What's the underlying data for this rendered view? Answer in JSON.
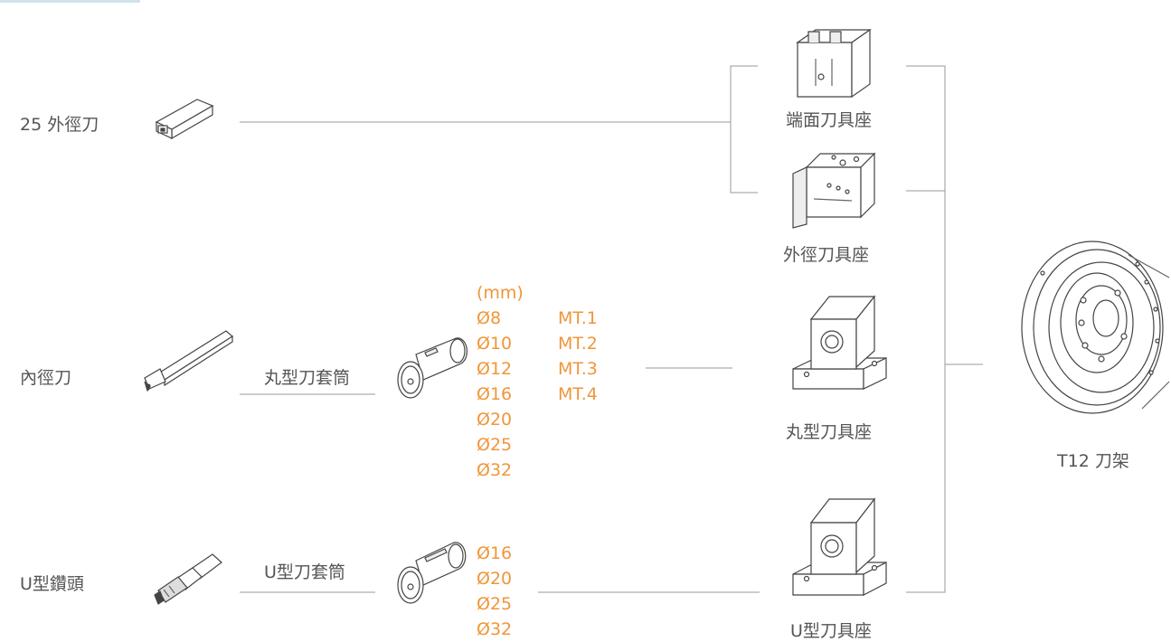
{
  "tools": {
    "outer_tool": "25 外徑刀",
    "inner_tool": "內徑刀",
    "u_drill": "U型鑽頭"
  },
  "sleeves": {
    "round_sleeve": "丸型刀套筒",
    "u_sleeve": "U型刀套筒"
  },
  "holders": {
    "face_holder": "端面刀具座",
    "outer_holder": "外徑刀具座",
    "round_holder": "丸型刀具座",
    "u_holder": "U型刀具座"
  },
  "turret": {
    "label": "T12 刀架"
  },
  "specs": {
    "unit": "(mm)",
    "round_diameters": [
      "Ø8",
      "Ø10",
      "Ø12",
      "Ø16",
      "Ø20",
      "Ø25",
      "Ø32"
    ],
    "morse_tapers": [
      "MT.1",
      "MT.2",
      "MT.3",
      "MT.4"
    ],
    "u_diameters": [
      "Ø16",
      "Ø20",
      "Ø25",
      "Ø32"
    ]
  },
  "colors": {
    "accent": "#f0963a",
    "text": "#555555",
    "line": "#999999"
  }
}
